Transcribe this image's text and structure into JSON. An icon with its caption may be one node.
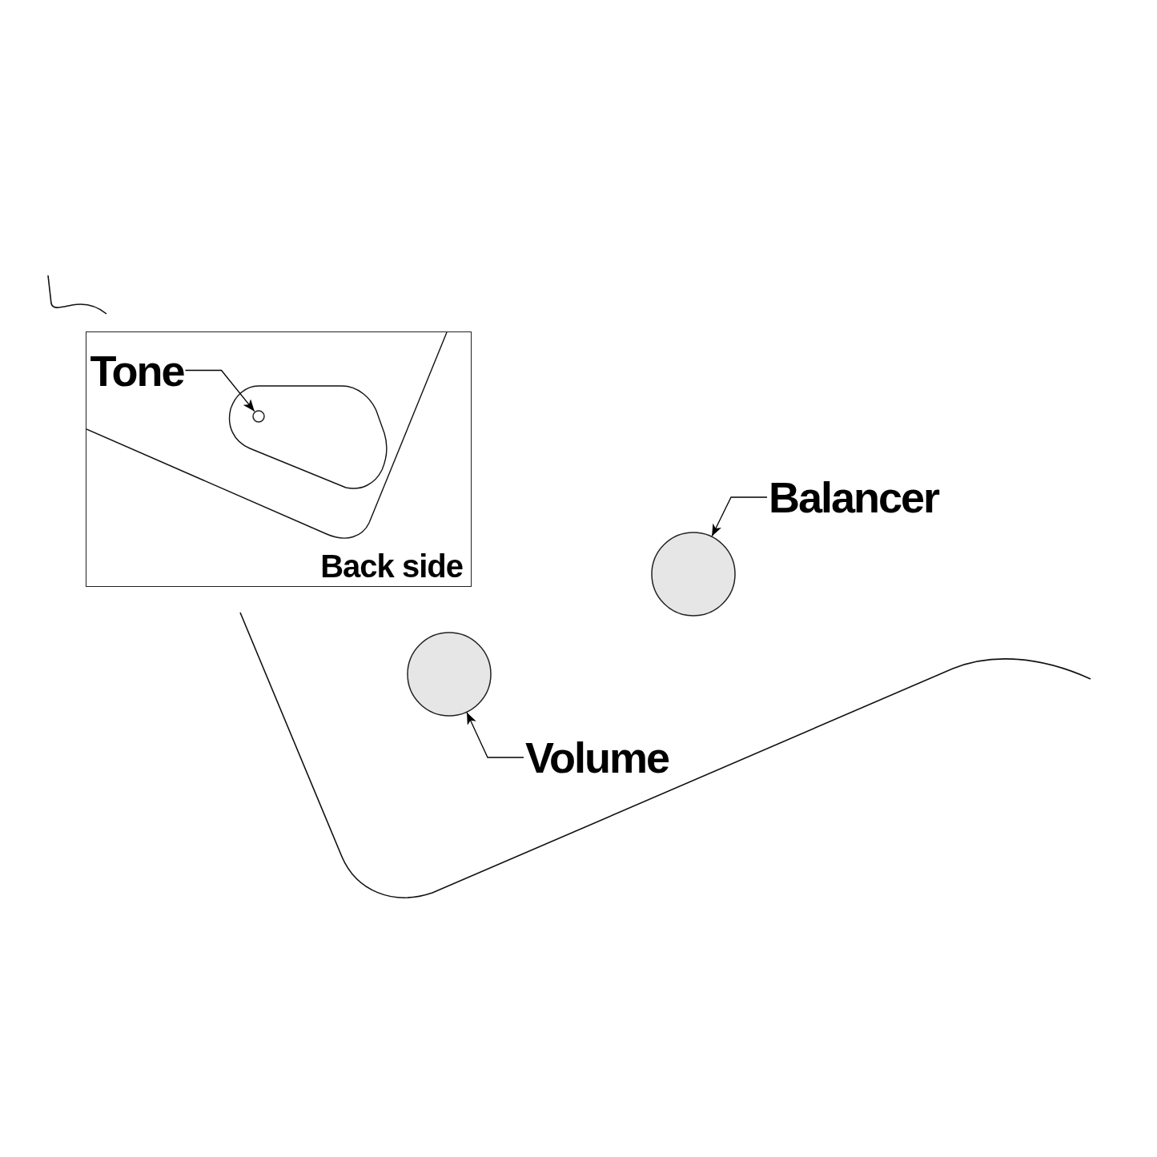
{
  "diagram": {
    "nodes": [
      {
        "text": [
          "Back side"
        ]
      },
      {
        "text": [
          "Tone"
        ],
        "in": 0
      },
      {
        "text": [],
        "shape": "circle",
        "in": 0
      },
      {
        "text": [
          "Balancer"
        ]
      },
      {
        "text": [],
        "shape": "circle"
      },
      {
        "text": [
          "Volume"
        ]
      },
      {
        "text": [],
        "shape": "circle"
      }
    ],
    "edges": [
      {
        "from": 1,
        "to": 2,
        "arrow": "to"
      },
      {
        "from": 3,
        "to": 4,
        "arrow": "to"
      },
      {
        "from": 5,
        "to": 6,
        "arrow": "to"
      }
    ]
  }
}
